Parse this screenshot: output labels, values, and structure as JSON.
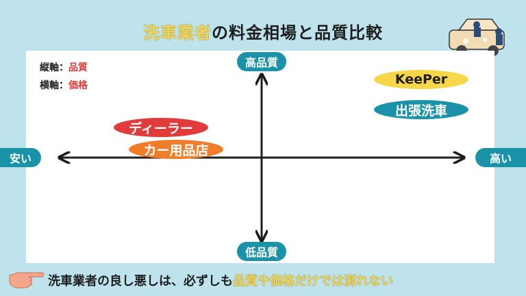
{
  "title": {
    "highlight": "洗車業者",
    "rest": "の料金相場と品質比較"
  },
  "legend": {
    "vertical_key": "縦軸：",
    "vertical_value": "品質",
    "horizontal_key": "横軸：",
    "horizontal_value": "価格"
  },
  "axis_labels": {
    "top": "高品質",
    "bottom": "低品質",
    "left": "安い",
    "right": "高い"
  },
  "items": {
    "keeper": "KeePer",
    "mobile": "出張洗車",
    "dealer": "ディーラー",
    "carshop": "カー用品店"
  },
  "footer": {
    "text_normal": "洗車業者の良し悪しは、必ずしも",
    "text_highlight": "品質や価格だけでは測れない"
  },
  "colors": {
    "axis_label": "#1a93a8",
    "keeper": "#f7d74a",
    "mobile": "#1a93a8",
    "dealer": "#e23b3b",
    "carshop": "#ef7d2a",
    "highlight": "#f7d74a",
    "background": "#bfe3ec"
  }
}
